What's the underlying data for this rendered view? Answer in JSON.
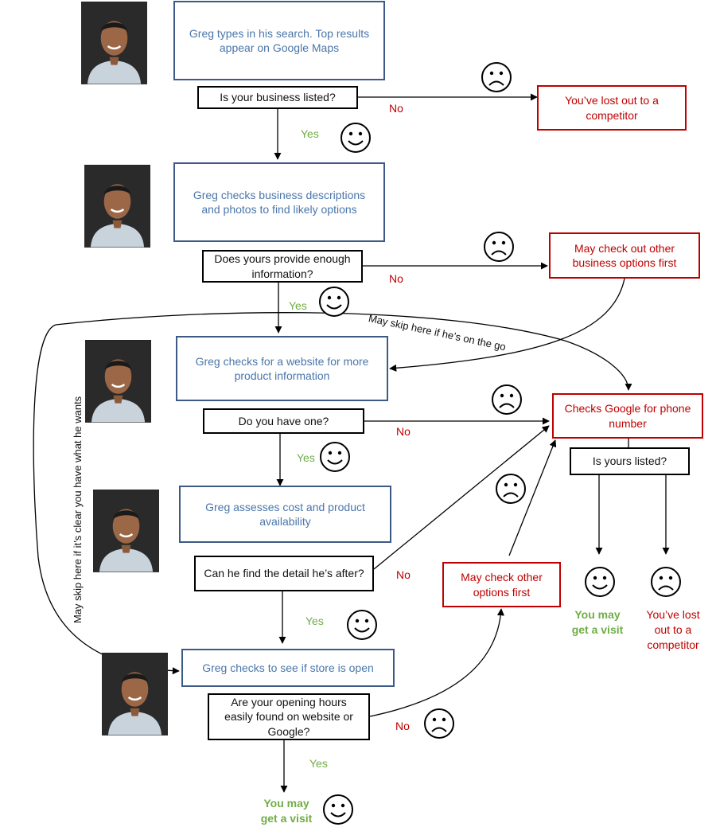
{
  "steps": {
    "s1": "Greg types in his search. Top results appear on Google Maps",
    "s2": "Greg checks business descriptions and photos to find likely options",
    "s3": "Greg checks for a website for more product information",
    "s4": "Greg assesses cost and product availability",
    "s5": "Greg checks to see if store is open"
  },
  "questions": {
    "q1": "Is your business listed?",
    "q2": "Does yours provide enough information?",
    "q3": "Do you have one?",
    "q4": "Can he find the detail he’s after?",
    "q5": "Are your opening hours easily found on website or Google?",
    "q6": "Is yours listed?"
  },
  "red_boxes": {
    "r1": "You’ve lost out to a competitor",
    "r2": "May check out other business options first",
    "r3": "Checks Google for phone number",
    "r4": "May check other options first"
  },
  "labels": {
    "yes": "Yes",
    "no": "No"
  },
  "outcomes": {
    "visit": "You may get a visit",
    "lost": "You’ve lost out to a competitor"
  },
  "notes": {
    "skip_on_go": "May skip here if he’s on the go",
    "skip_clear": "May skip here if it’s clear you have what he wants"
  },
  "icons": {
    "happy": "smiley-face-icon",
    "sad": "sad-face-icon"
  },
  "colors": {
    "step_border": "#3d5a86",
    "step_text": "#4a76aa",
    "red": "#c00000",
    "yes": "#70ad47"
  }
}
